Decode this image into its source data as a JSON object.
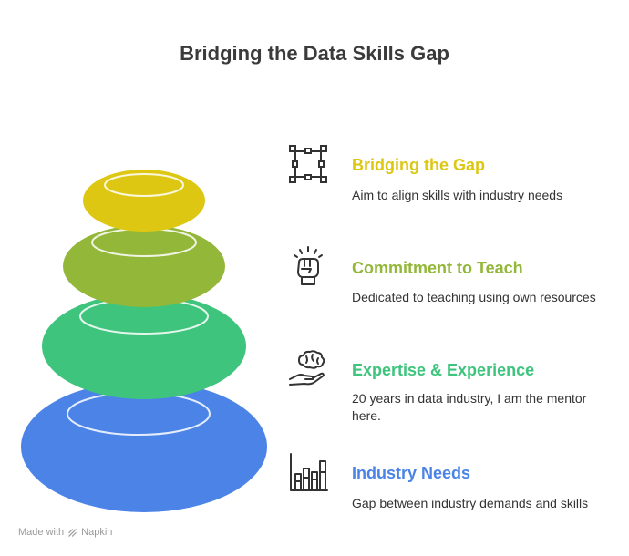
{
  "title": "Bridging the Data Skills Gap",
  "colors": {
    "level1": "#ddc712",
    "level2": "#92b739",
    "level3": "#3ec47d",
    "level4": "#4b84e6",
    "icon": "#333333"
  },
  "items": [
    {
      "title": "Bridging the Gap",
      "description": "Aim to align skills with industry needs",
      "icon": "frame-icon"
    },
    {
      "title": "Commitment to Teach",
      "description": "Dedicated to teaching using own resources",
      "icon": "raised-fist-icon"
    },
    {
      "title": "Expertise & Experience",
      "description": "20 years in data industry, I am the mentor here.",
      "icon": "brain-in-hand-icon"
    },
    {
      "title": "Industry Needs",
      "description": "Gap between industry demands and skills",
      "icon": "bar-chart-icon"
    }
  ],
  "footer": {
    "made_with": "Made with",
    "brand": "Napkin"
  }
}
